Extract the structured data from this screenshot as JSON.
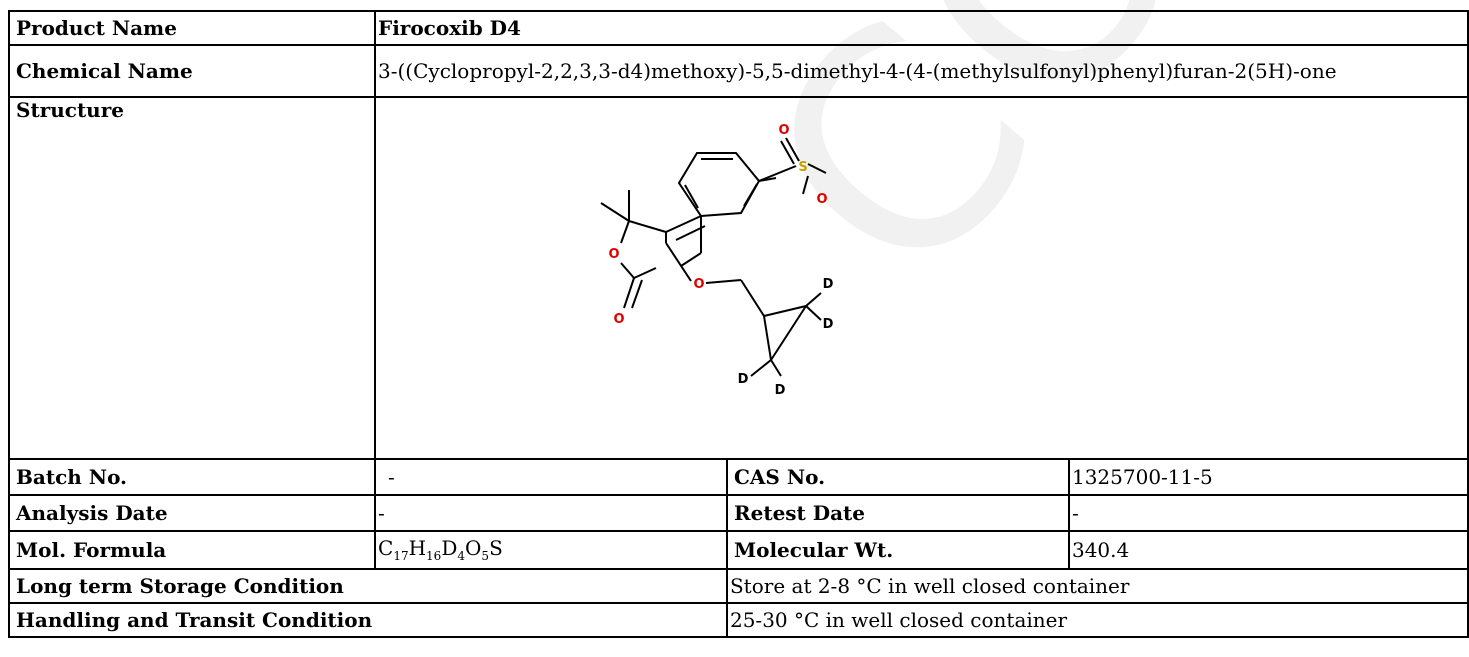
{
  "watermark": "COA",
  "product": {
    "name_label": "Product Name",
    "name_value": "Firocoxib D4",
    "chemical_label": "Chemical Name",
    "chemical_value": "3-((Cyclopropyl-2,2,3,3-d4)methoxy)-5,5-dimethyl-4-(4-(methylsulfonyl)phenyl)furan-2(5H)-one",
    "structure_label": "Structure"
  },
  "structure_atoms": {
    "o_sulfonyl_top": "O",
    "s": "S",
    "o_sulfonyl_bottom": "O",
    "o_ring": "O",
    "o_carbonyl": "O",
    "o_ether": "O",
    "d1": "D",
    "d2": "D",
    "d3": "D",
    "d4": "D"
  },
  "details": {
    "batch_label": "Batch No.",
    "batch_value": "-",
    "cas_label": "CAS No.",
    "cas_value": "1325700-11-5",
    "analysis_label": "Analysis Date",
    "analysis_value": "-",
    "retest_label": "Retest Date",
    "retest_value": "-",
    "formula_label": "Mol. Formula",
    "formula": {
      "c": "C",
      "c_n": "17",
      "h": "H",
      "h_n": "16",
      "d": "D",
      "d_n": "4",
      "o": "O",
      "o_n": "5",
      "s": "S"
    },
    "mw_label": "Molecular Wt.",
    "mw_value": "340.4",
    "storage_label": "Long term Storage Condition",
    "storage_value": "Store at 2-8 °C in well closed container",
    "handling_label": "Handling and Transit Condition",
    "handling_value": "25-30 °C in well closed container"
  }
}
